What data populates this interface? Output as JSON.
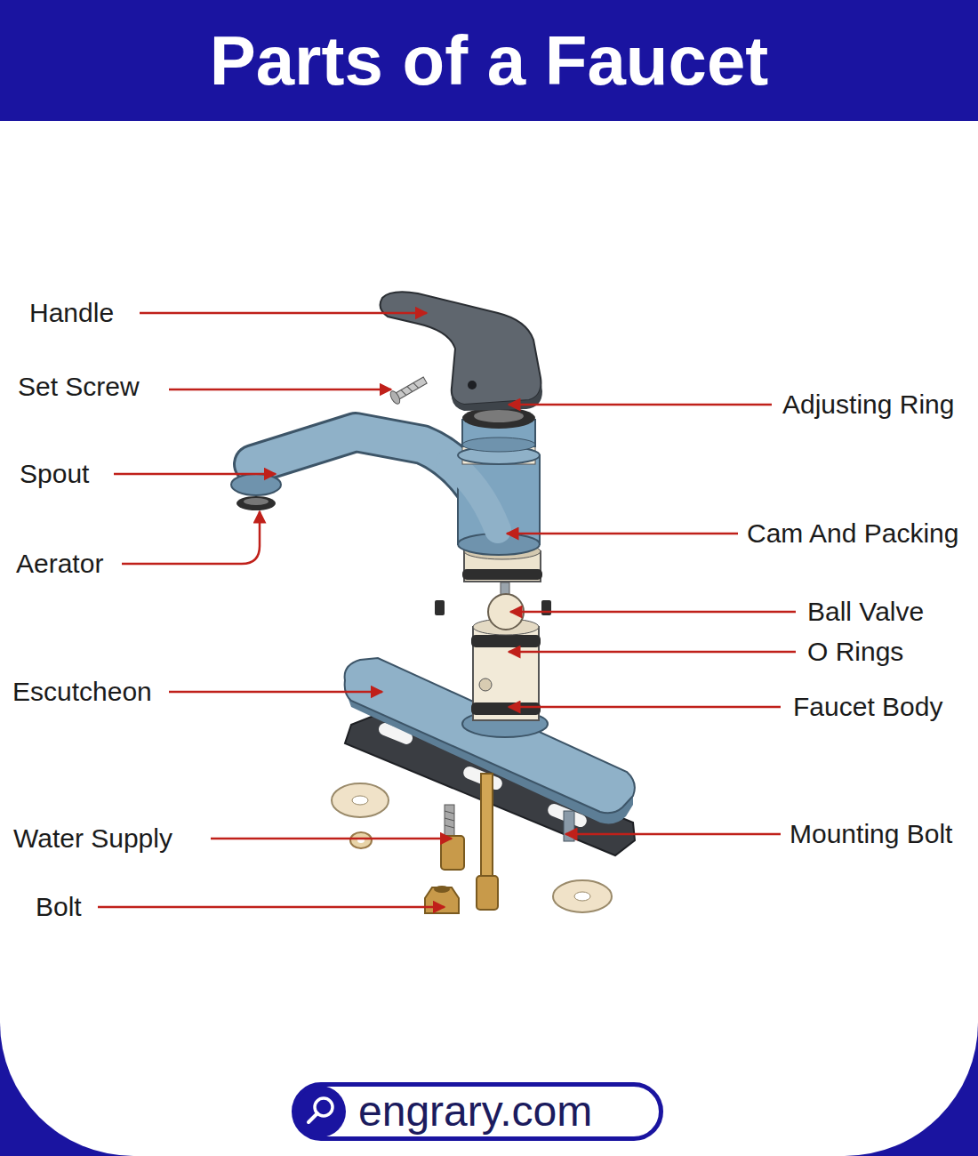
{
  "diagram": {
    "title": "Parts of a Faucet",
    "nodes": [
      {
        "text": [
          "engrary.com"
        ]
      }
    ],
    "labels": [
      "Handle",
      "Set Screw",
      "Adjusting Ring",
      "Spout",
      "Cam And Packing",
      "Aerator",
      "Ball Valve",
      "O Rings",
      "Escutcheon",
      "Faucet Body",
      "Water Supply",
      "Mounting Bolt",
      "Bolt"
    ]
  }
}
